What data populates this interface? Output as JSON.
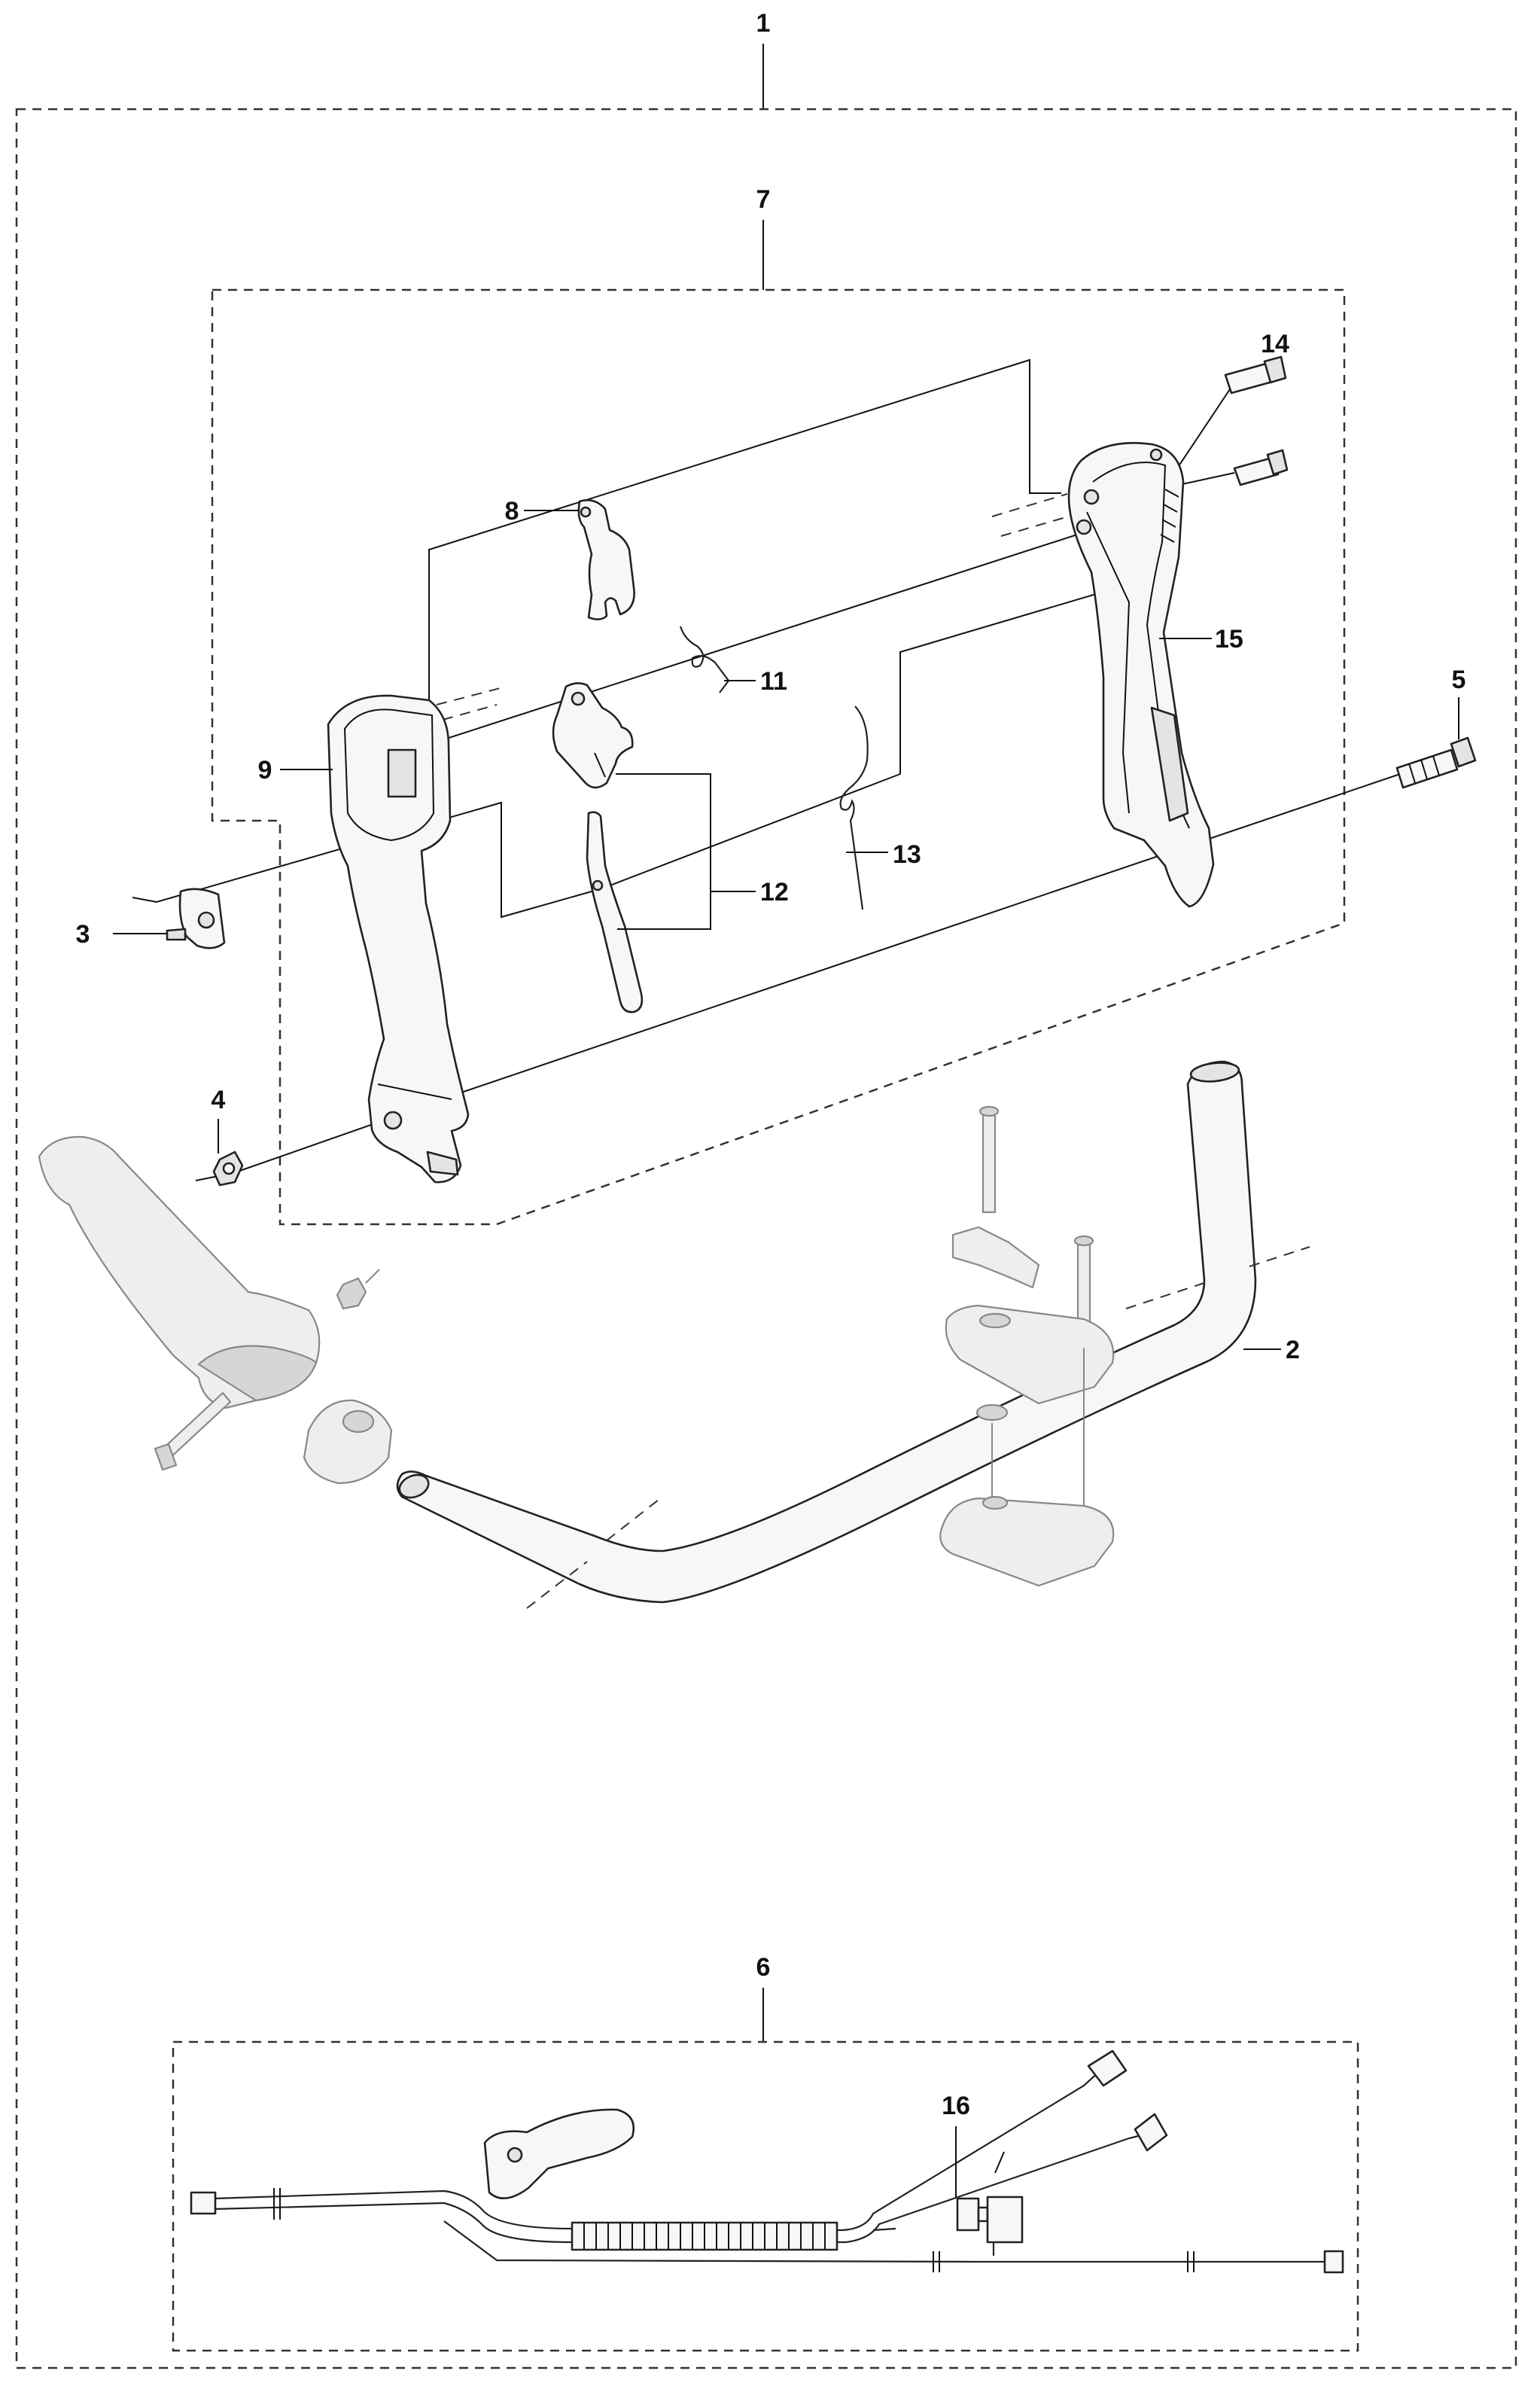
{
  "labels": {
    "assembly": "1",
    "handlebar": "2",
    "switch": "3",
    "nut": "4",
    "bolt": "5",
    "cable_kit": "6",
    "handle_kit": "7",
    "throttle_lock": "8",
    "handle_left": "9",
    "spring_11": "11",
    "trigger": "12",
    "spring_13": "13",
    "screw": "14",
    "handle_right": "15",
    "cable_clip": "16"
  },
  "colors": {
    "line": "#222222",
    "secondary_parts": "#888888",
    "fill": "#f7f7f7"
  }
}
